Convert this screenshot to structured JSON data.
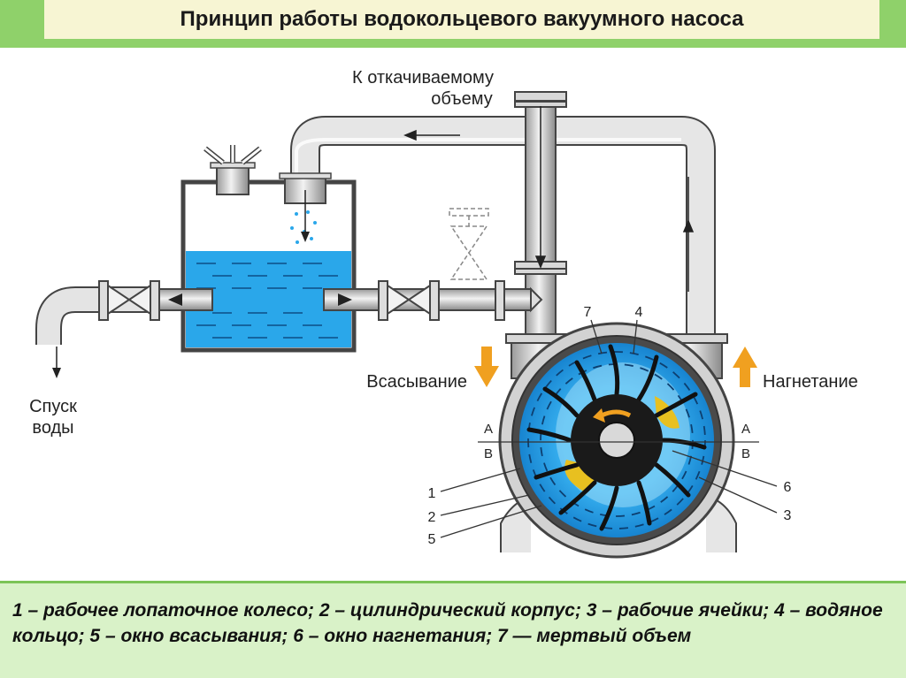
{
  "title": "Принцип работы водокольцевого вакуумного насоса",
  "labels": {
    "to_volume_line1": "К откачиваемому",
    "to_volume_line2": "объему",
    "suction": "Всасывание",
    "discharge": "Нагнетание",
    "drain_line1": "Спуск",
    "drain_line2": "воды",
    "a_left": "A",
    "b_left": "B",
    "a_right": "A",
    "b_right": "B",
    "n1": "1",
    "n2": "2",
    "n3": "3",
    "n4": "4",
    "n5": "5",
    "n6": "6",
    "n7": "7"
  },
  "legend": "1 – рабочее лопаточное колесо; 2 – цилиндрический корпус; 3 – рабочие ячейки; 4 – водяное кольцо; 5 – окно всасывания; 6 – окно нагнетания; 7 — мертвый  объем",
  "colors": {
    "water": "#1e9be6",
    "pipe": "#d0d0d0",
    "pipe_stroke": "#444444",
    "arrow_orange": "#f0a020",
    "impeller_core": "#222222",
    "dead_volume": "#e8c020"
  }
}
